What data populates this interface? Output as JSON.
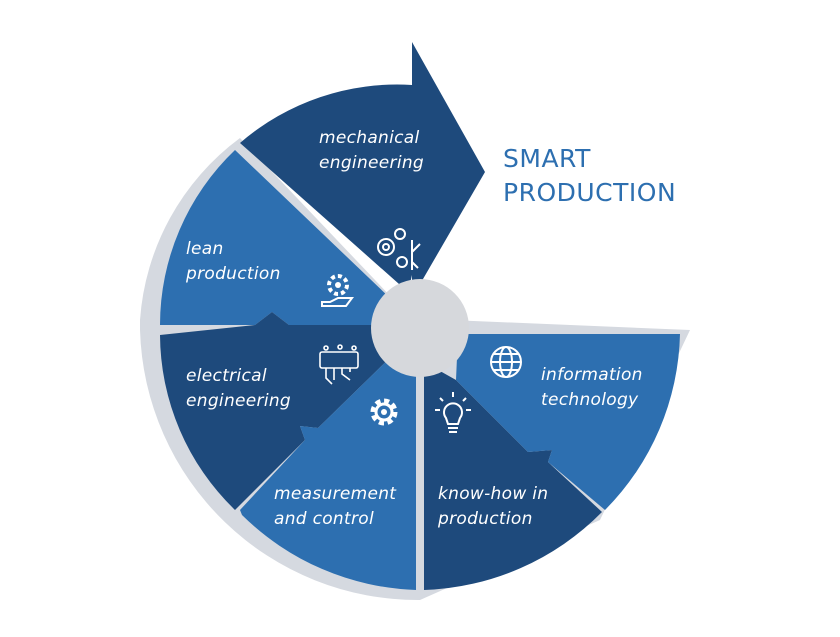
{
  "title": {
    "line1": "SMART",
    "line2": "PRODUCTION"
  },
  "colors": {
    "dark": "#1e4a7c",
    "mid": "#2d6fb0",
    "ring": "#d5d9e0",
    "hub": "#d6d8dc",
    "title": "#2d6fb0"
  },
  "segments": [
    {
      "id": "mechanical",
      "line1": "mechanical",
      "line2": "engineering",
      "icon": "gears-circuit-icon"
    },
    {
      "id": "information",
      "line1": "information",
      "line2": "technology",
      "icon": "globe-network-icon"
    },
    {
      "id": "knowhow",
      "line1": "know-how in",
      "line2": "production",
      "icon": "lightbulb-icon"
    },
    {
      "id": "measurement",
      "line1": "measurement",
      "line2": "and control",
      "icon": "gear-icon"
    },
    {
      "id": "electrical",
      "line1": "electrical",
      "line2": "engineering",
      "icon": "circuit-board-icon"
    },
    {
      "id": "lean",
      "line1": "lean",
      "line2": "production",
      "icon": "gear-in-hand-icon"
    }
  ]
}
